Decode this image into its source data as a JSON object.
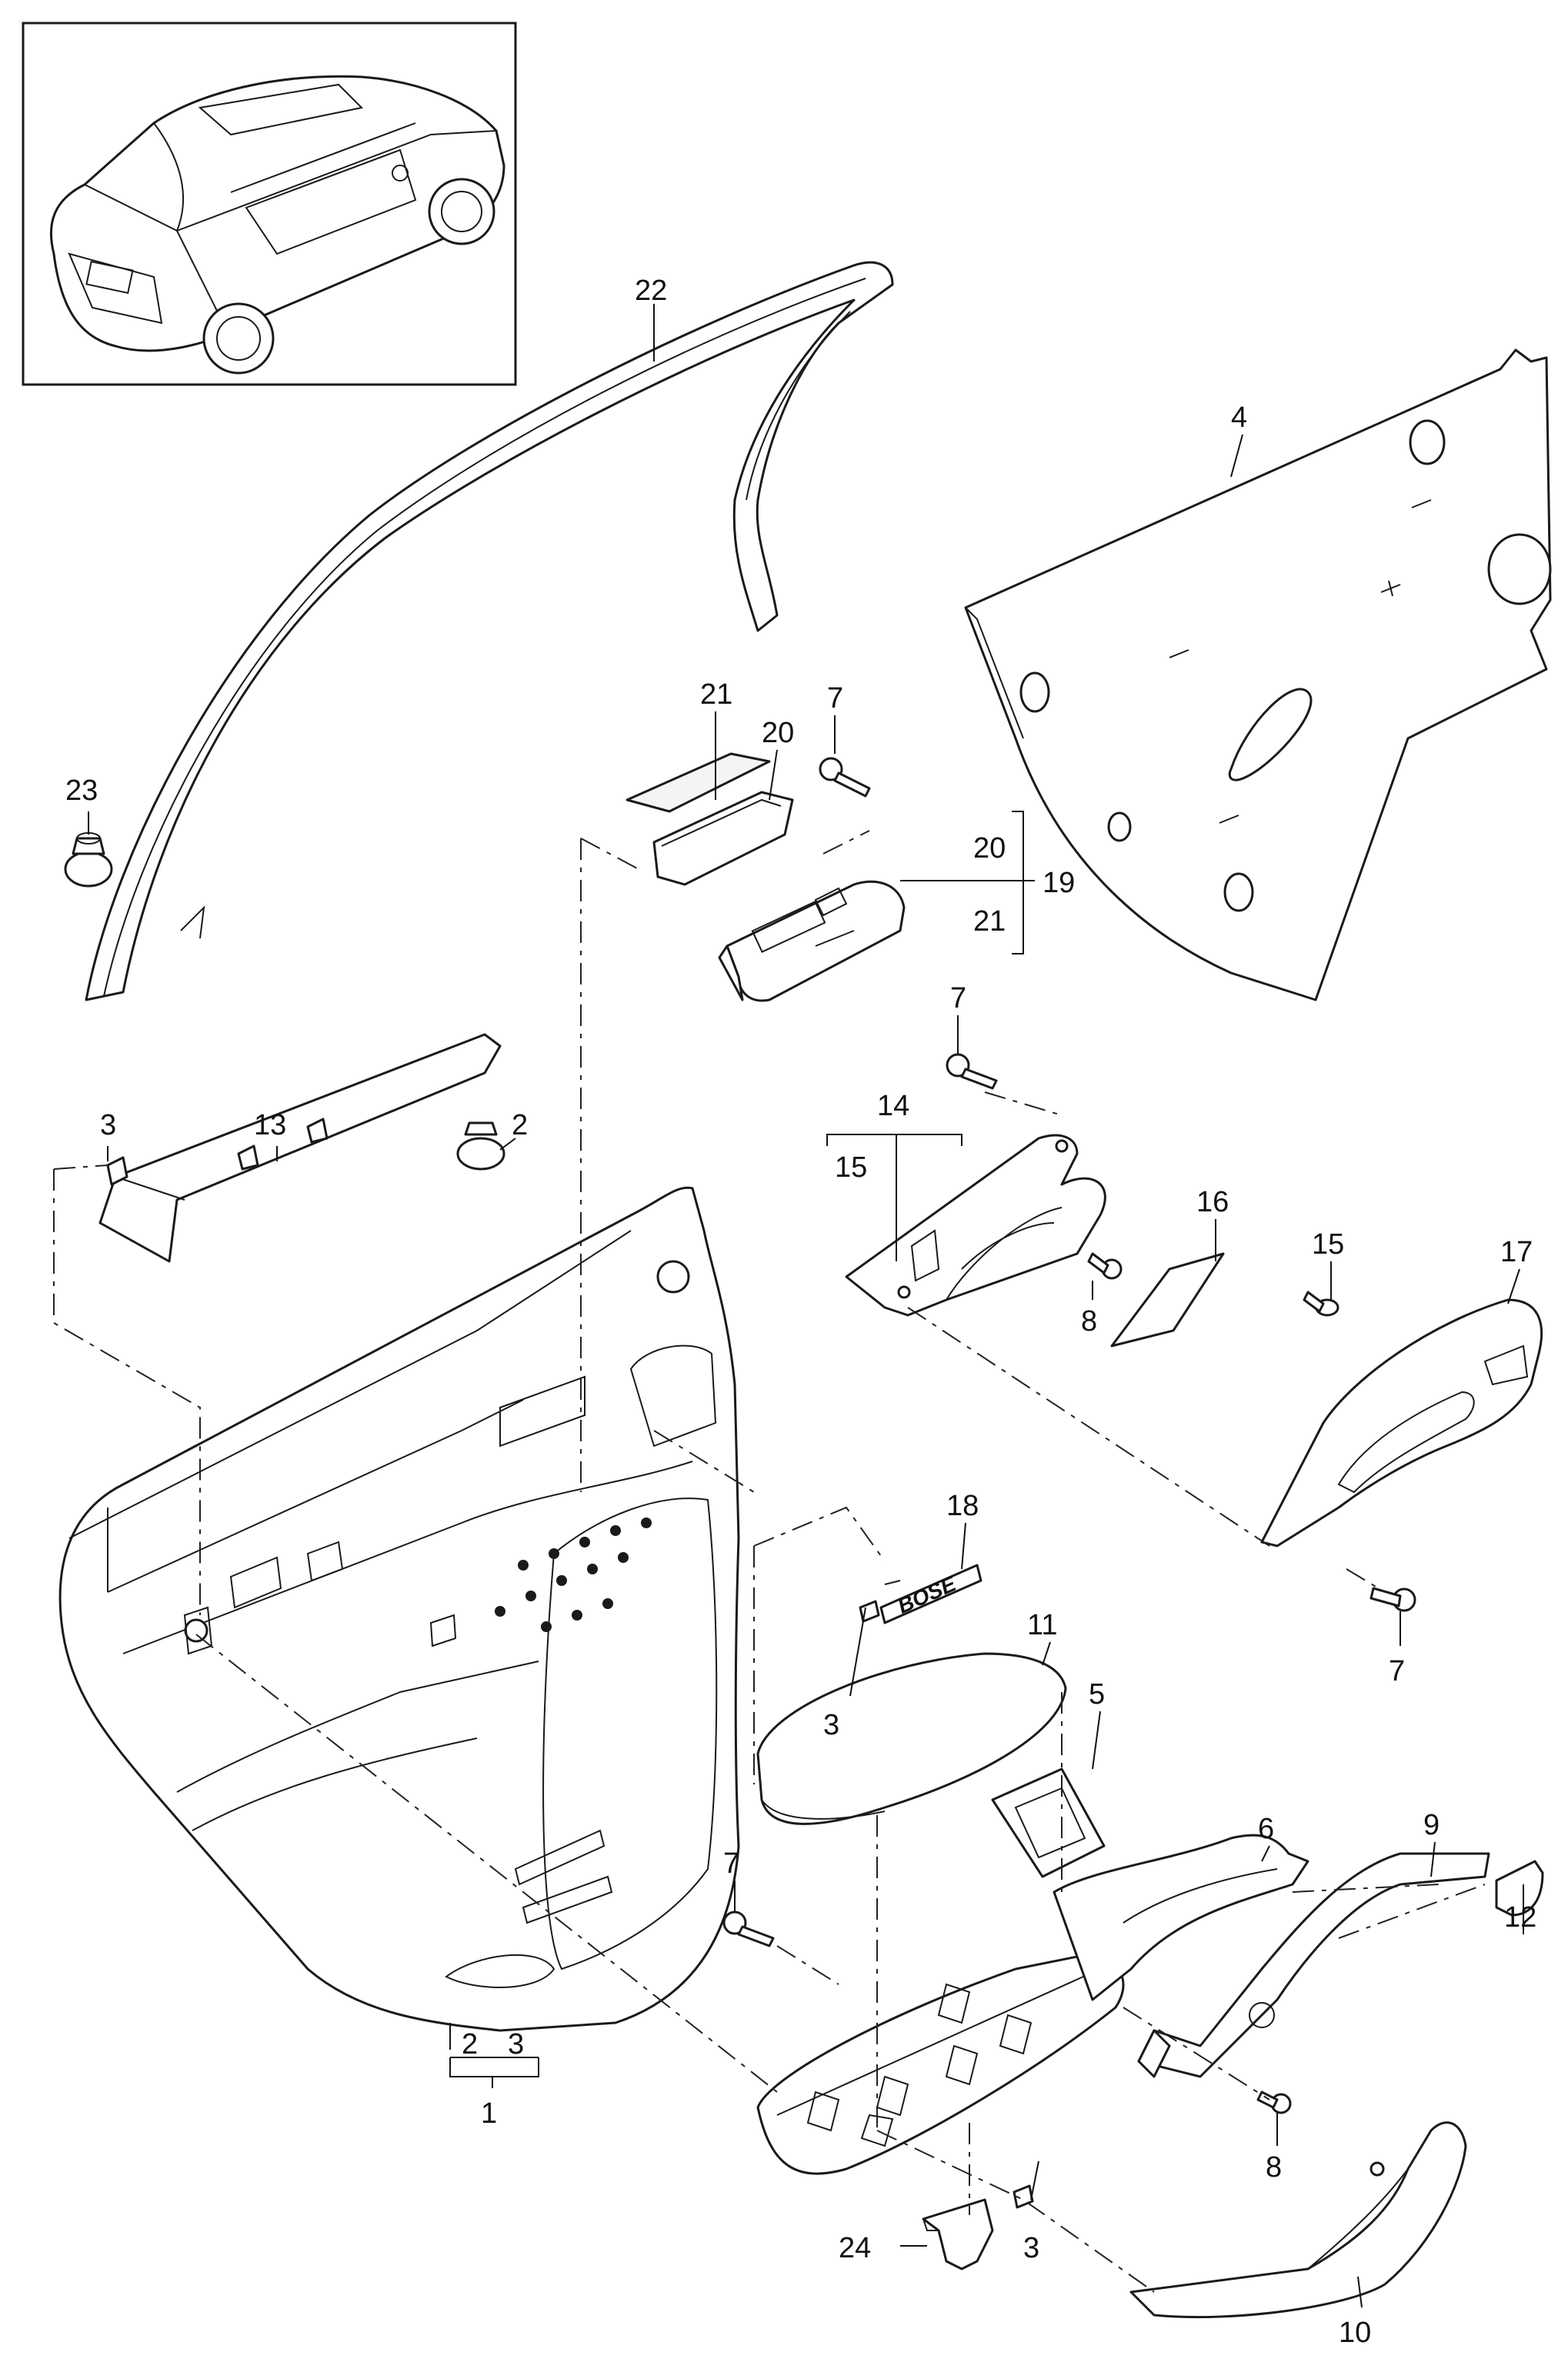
{
  "callouts": {
    "c1": "1",
    "c2a": "2",
    "c2b": "2",
    "c3a": "3",
    "c3b": "3",
    "c3c": "3",
    "c3d": "3",
    "c4": "4",
    "c5": "5",
    "c6": "6",
    "c7a": "7",
    "c7b": "7",
    "c7c": "7",
    "c7d": "7",
    "c8a": "8",
    "c8b": "8",
    "c9": "9",
    "c10": "10",
    "c11": "11",
    "c12": "12",
    "c13": "13",
    "c14": "14",
    "c15a": "15",
    "c15b": "15",
    "c16": "16",
    "c17": "17",
    "c18": "18",
    "c19": "19",
    "c20a": "20",
    "c20b": "20",
    "c21a": "21",
    "c21b": "21",
    "c22": "22",
    "c23": "23",
    "c24": "24"
  },
  "speaker_badge": "BOSE"
}
